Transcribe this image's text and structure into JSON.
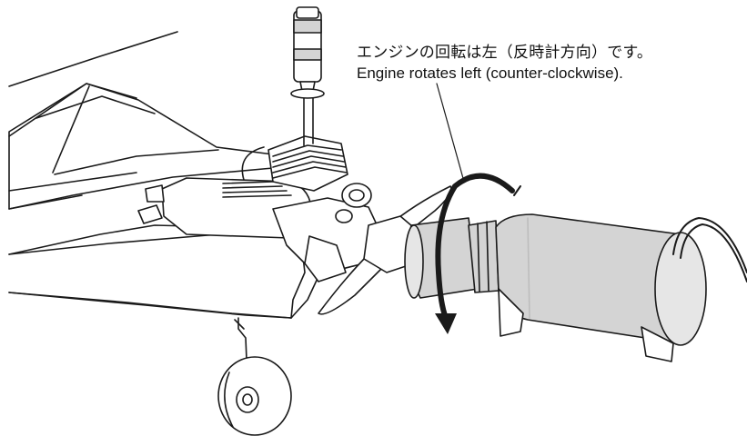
{
  "caption": {
    "japanese": "エンジンの回転は左（反時計方向）です。",
    "english": "Engine rotates left (counter-clockwise)."
  },
  "colors": {
    "line": "#1a1a1a",
    "starter_fill": "#d4d4d4",
    "starter_shade": "#bdbdbd",
    "metal_light": "#e6e6e6",
    "paper": "#ffffff"
  },
  "icons": {
    "rotation_arrow": "curved-arrow-counter-clockwise"
  }
}
